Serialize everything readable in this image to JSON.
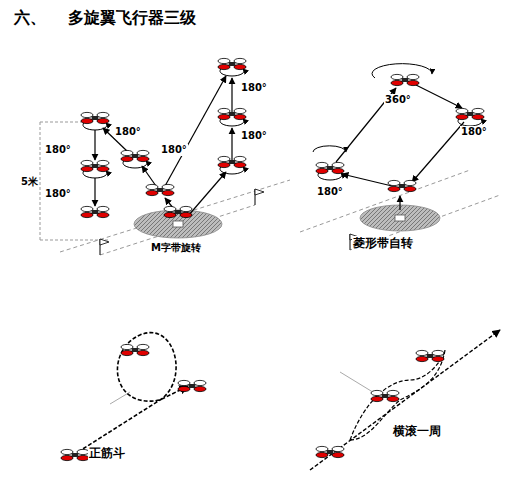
{
  "diagram": {
    "title": "六、    多旋翼飞行器三级",
    "labels": [
      "180°",
      "180°",
      "180°",
      "5米",
      "180°",
      "180°",
      "180°",
      "M字带旋转",
      "360°",
      "180°",
      "180°",
      "菱形带自转",
      "正筋斗",
      "横滚一周"
    ]
  }
}
